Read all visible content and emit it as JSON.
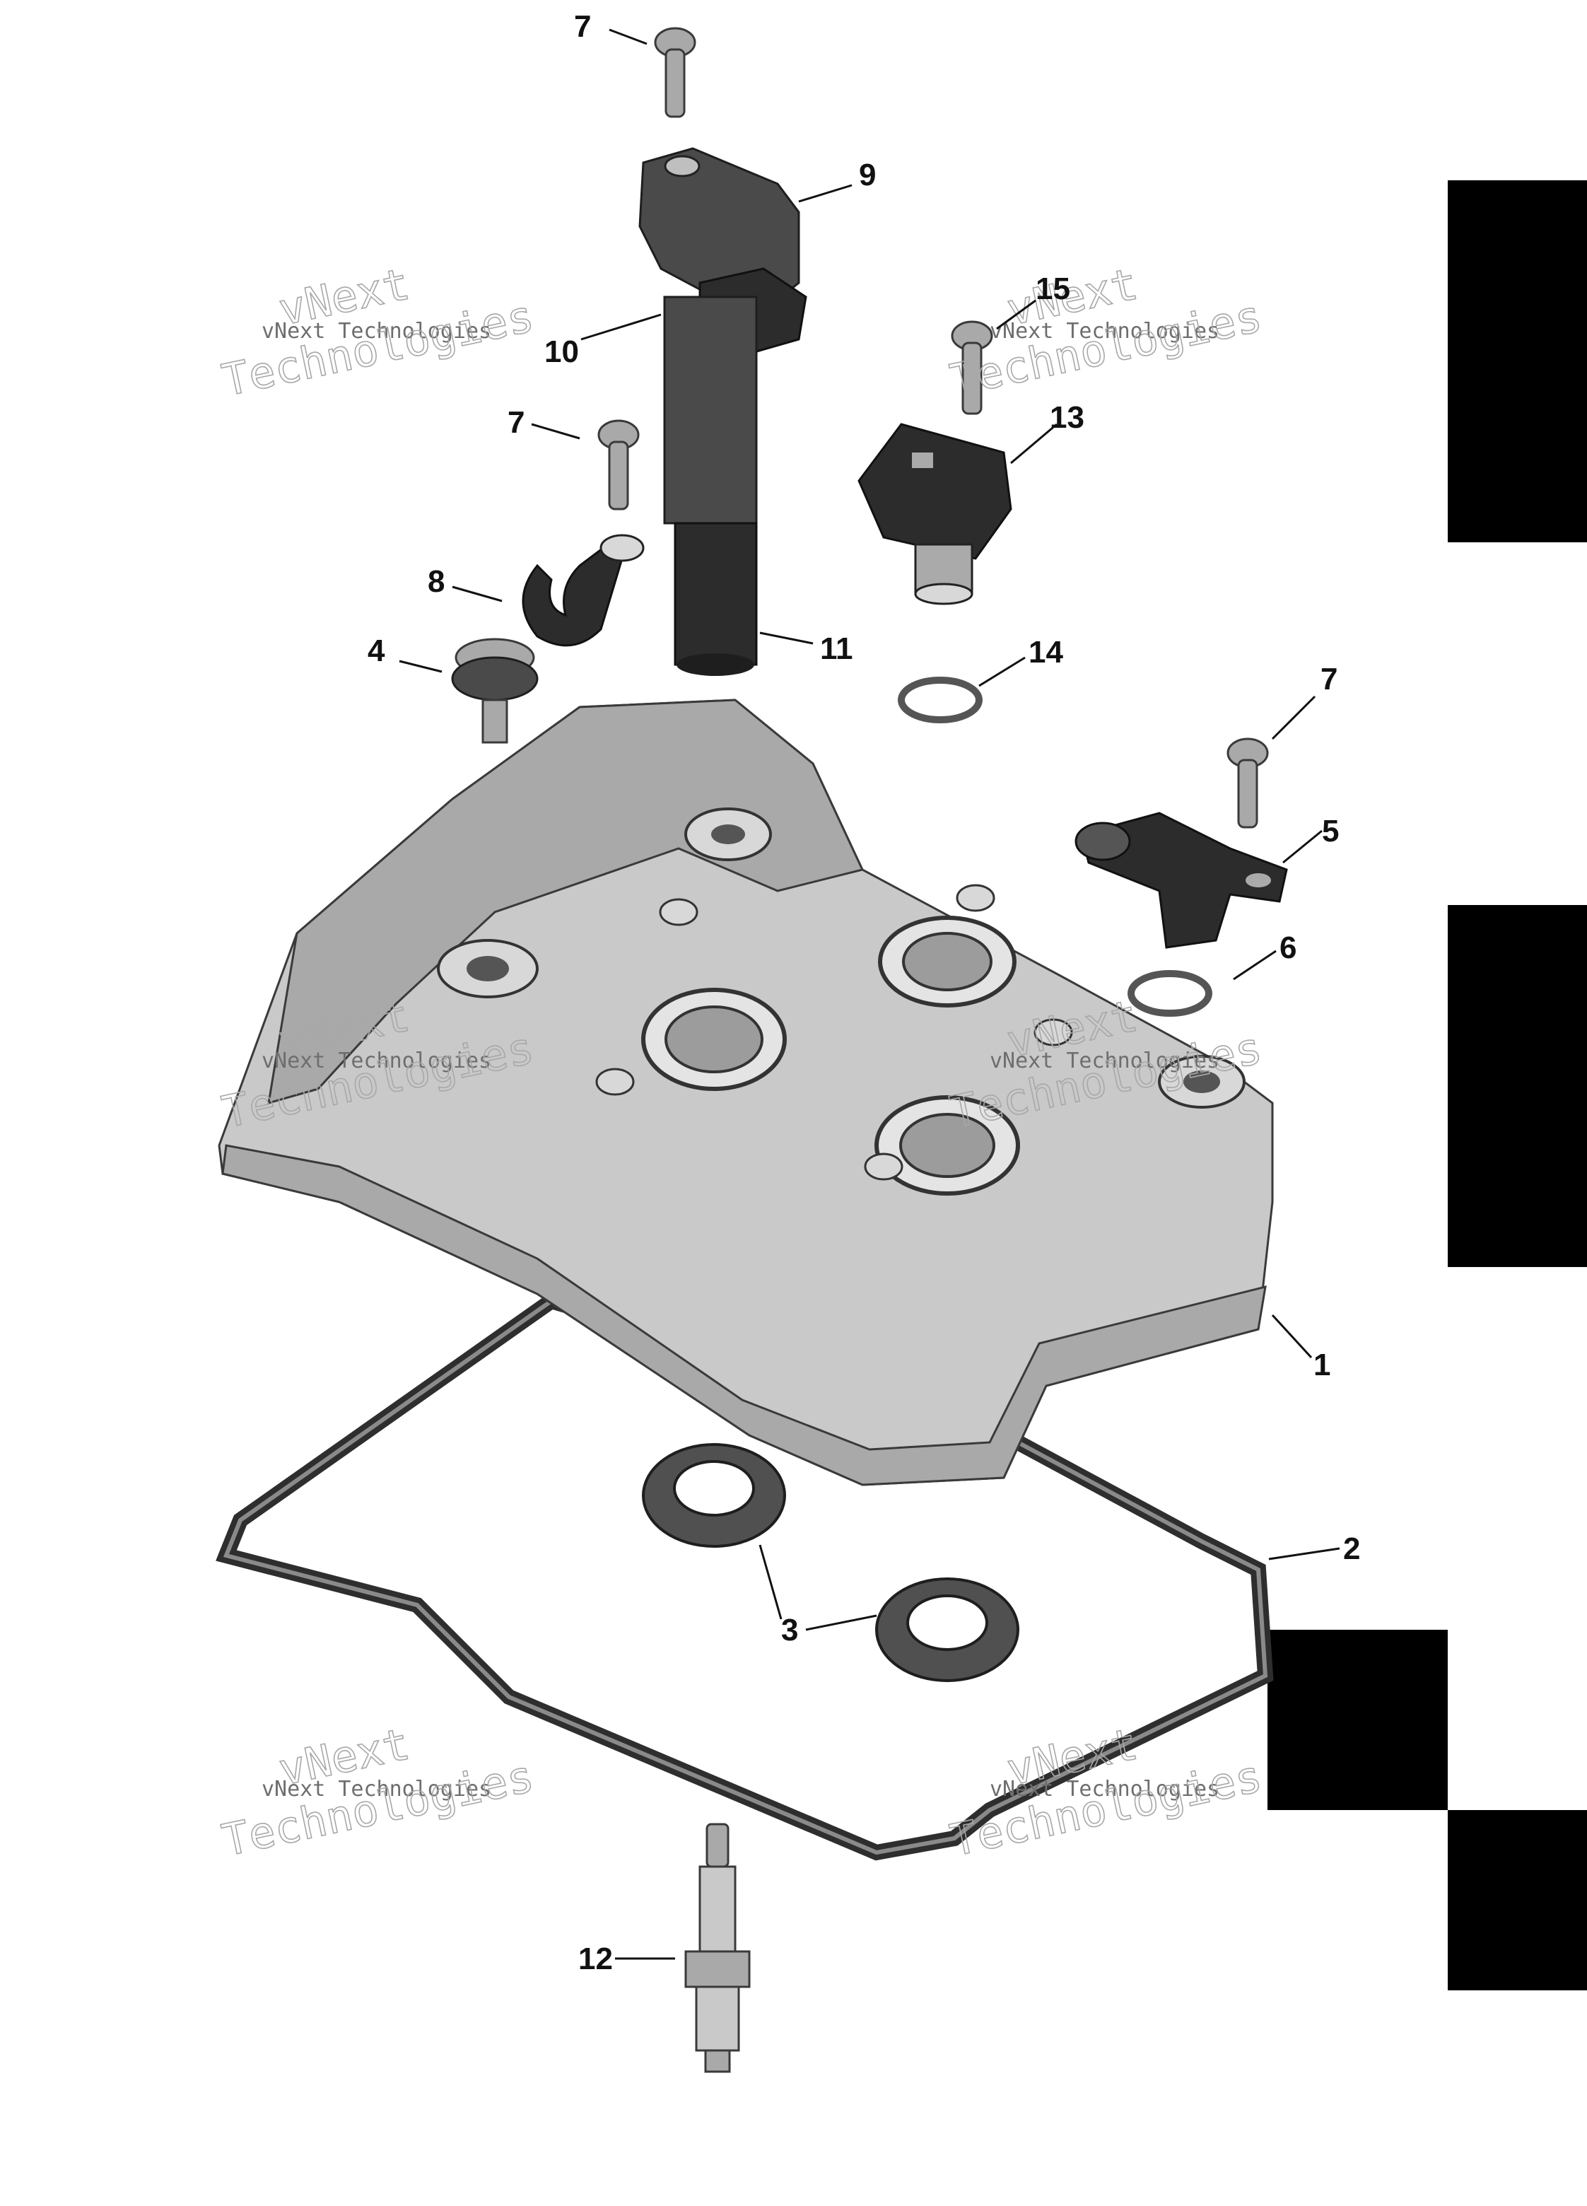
{
  "callouts": [
    {
      "id": "c1",
      "label": "1"
    },
    {
      "id": "c2",
      "label": "2"
    },
    {
      "id": "c3",
      "label": "3"
    },
    {
      "id": "c4",
      "label": "4"
    },
    {
      "id": "c5",
      "label": "5"
    },
    {
      "id": "c6",
      "label": "6"
    },
    {
      "id": "c7a",
      "label": "7"
    },
    {
      "id": "c7b",
      "label": "7"
    },
    {
      "id": "c7c",
      "label": "7"
    },
    {
      "id": "c8",
      "label": "8"
    },
    {
      "id": "c9",
      "label": "9"
    },
    {
      "id": "c10",
      "label": "10"
    },
    {
      "id": "c11",
      "label": "11"
    },
    {
      "id": "c12",
      "label": "12"
    },
    {
      "id": "c13",
      "label": "13"
    },
    {
      "id": "c14",
      "label": "14"
    },
    {
      "id": "c15",
      "label": "15"
    }
  ],
  "watermark": {
    "line1": "vNext Technologies",
    "line2": "Technologies",
    "line3": "vNext"
  }
}
